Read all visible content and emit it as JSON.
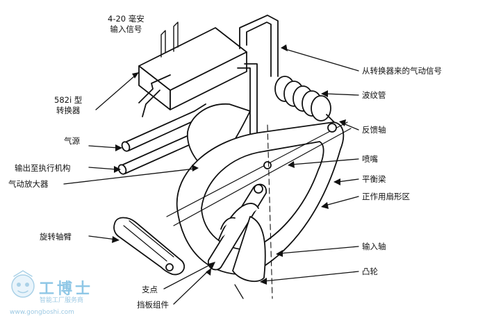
{
  "labels": {
    "input_signal_line1": "4-20 毫安",
    "input_signal_line2": "输入信号",
    "transducer_line1": "582i 型",
    "transducer_line2": "转换器",
    "air_supply": "气源",
    "output_to_actuator": "输出至执行机构",
    "pneumatic_amplifier": "气动放大器",
    "rotating_shaft_arm": "旋转轴臂",
    "pivot": "支点",
    "flapper_assembly": "挡板组件",
    "signal_from_transducer": "从转换器来的气动信号",
    "bellows": "波纹管",
    "feedback_shaft": "反馈轴",
    "nozzle": "喷嘴",
    "balance_beam": "平衡梁",
    "direct_acting_quadrant": "正作用扇形区",
    "input_shaft": "输入轴",
    "cam": "凸轮"
  },
  "watermark": {
    "title": "工博士",
    "subtitle": "智能工厂服务商",
    "url": "www.gongboshi.com"
  }
}
